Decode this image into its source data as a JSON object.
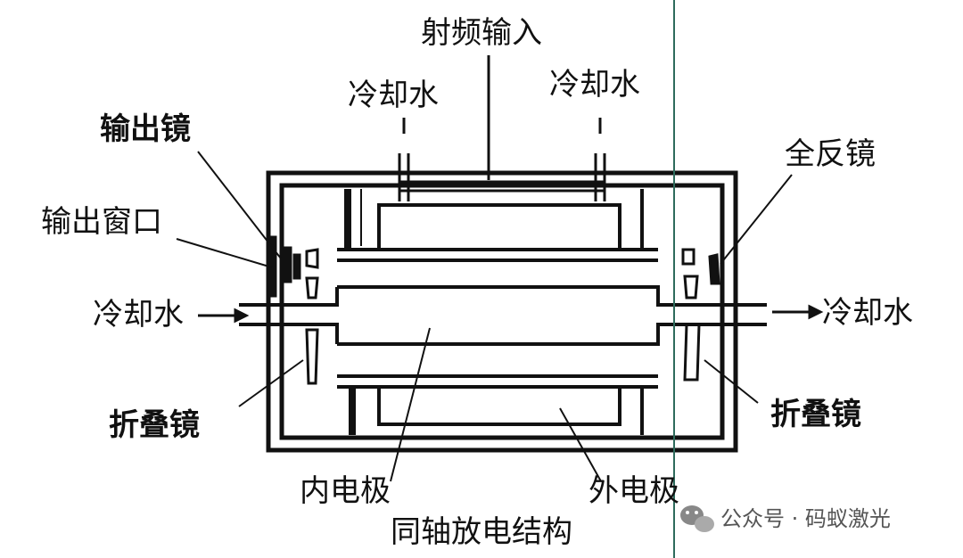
{
  "labels": {
    "rf_input": "射频输入",
    "cooling_water_top_left": "冷却水",
    "cooling_water_top_right": "冷却水",
    "output_mirror": "输出镜",
    "output_window": "输出窗口",
    "full_reflector": "全反镜",
    "cooling_water_left": "冷却水",
    "cooling_water_right": "冷却水",
    "fold_mirror_left": "折叠镜",
    "fold_mirror_right": "折叠镜",
    "inner_electrode": "内电极",
    "outer_electrode": "外电极",
    "caption": "同轴放电结构"
  },
  "watermark": {
    "icon": "wechat-icon",
    "text": "公众号 · 码蚁激光"
  },
  "colors": {
    "line": "#111111",
    "vertical_rule": "#2e6b5c",
    "watermark": "#555555"
  }
}
